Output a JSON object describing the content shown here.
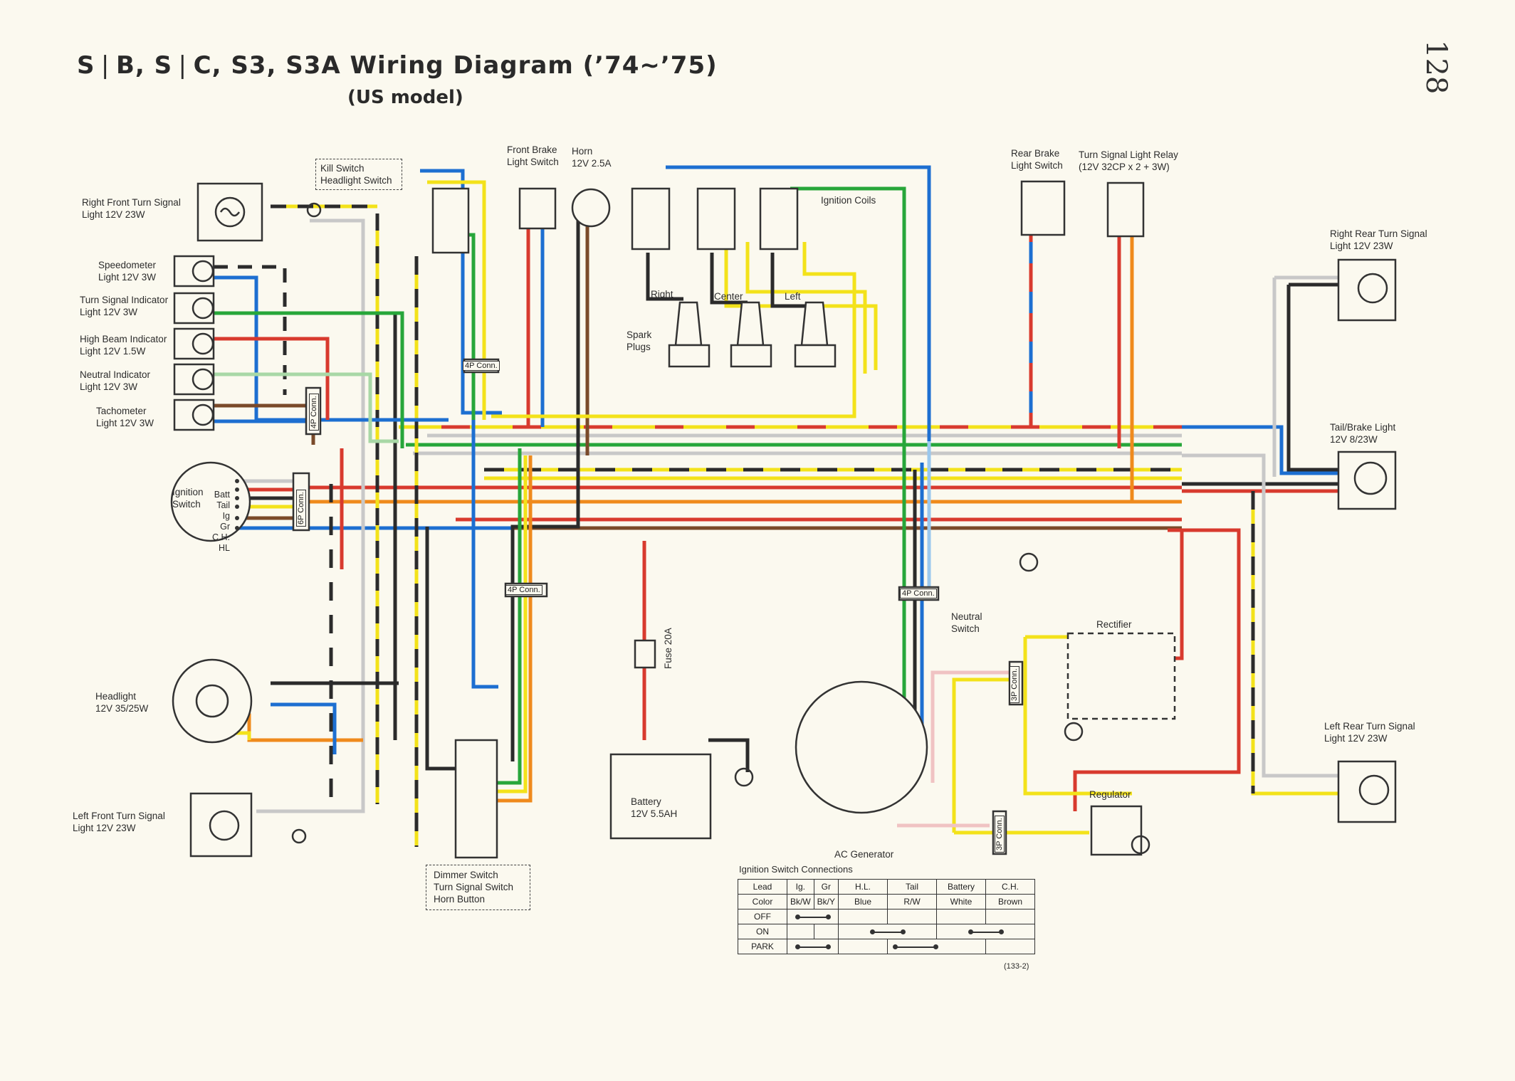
{
  "header": {
    "title": "S❘B,  S❘C,  S3,  S3A  Wiring  Diagram  (’74∼’75)",
    "subtitle": "(US model)",
    "page_number": "128"
  },
  "colors": {
    "black": "#2b2b2b",
    "yellow": "#f3e21a",
    "blue": "#1d6fd1",
    "red": "#d83a2e",
    "green": "#27a63a",
    "orange": "#ef8a1c",
    "light_green": "#a8d8a6",
    "gray": "#c8c8c8",
    "pink": "#f0c3c3",
    "brown": "#7a4a2a"
  },
  "labels": {
    "right_front_turn": [
      "Right Front Turn Signal",
      "Light 12V 23W"
    ],
    "speedometer": [
      "Speedometer",
      "Light 12V 3W"
    ],
    "turn_indicator": [
      "Turn Signal Indicator",
      "Light 12V 3W"
    ],
    "high_beam": [
      "High Beam Indicator",
      "Light 12V 1.5W"
    ],
    "neutral_ind": [
      "Neutral Indicator",
      "Light 12V 3W"
    ],
    "tachometer": [
      "Tachometer",
      "Light 12V 3W"
    ],
    "ignition_switch": [
      "Ignition",
      "Switch"
    ],
    "ign_terminals": [
      "Batt",
      "Tail",
      "Ig",
      "Gr",
      "C.H.",
      "HL"
    ],
    "headlight": [
      "Headlight",
      "12V 35/25W"
    ],
    "left_front_turn": [
      "Left Front Turn Signal",
      "Light 12V 23W"
    ],
    "kill_switch": [
      "Kill Switch",
      "Headlight Switch"
    ],
    "front_brake": [
      "Front Brake",
      "Light Switch"
    ],
    "horn": [
      "Horn",
      "12V 2.5A"
    ],
    "ignition_coils": "Ignition Coils",
    "coil_right": "Right",
    "coil_center": "Center",
    "coil_left": "Left",
    "spark_plugs": [
      "Spark",
      "Plugs"
    ],
    "rear_brake": [
      "Rear Brake",
      "Light Switch"
    ],
    "relay": [
      "Turn Signal Light Relay",
      "(12V 32CP x 2 + 3W)"
    ],
    "right_rear_turn": [
      "Right Rear Turn Signal",
      "Light 12V 23W"
    ],
    "tail_brake": [
      "Tail/Brake Light",
      "12V 8/23W"
    ],
    "left_rear_turn": [
      "Left Rear Turn Signal",
      "Light 12V 23W"
    ],
    "neutral_switch": [
      "Neutral",
      "Switch"
    ],
    "rectifier": "Rectifier",
    "regulator": "Regulator",
    "ac_generator": "AC Generator",
    "battery": [
      "Battery",
      "12V 5.5AH"
    ],
    "fuse": "Fuse 20A",
    "dimmer": [
      "Dimmer Switch",
      "Turn Signal Switch",
      "Horn Button"
    ],
    "conn_4p": "4P Conn.",
    "conn_6p": "6P Conn.",
    "conn_3p": "3P Conn.",
    "figure_ref": "(133-2)"
  },
  "ignition_table": {
    "caption": "Ignition Switch Connections",
    "header": [
      "Lead",
      "Ig.",
      "Gr",
      "H.L.",
      "Tail",
      "Battery",
      "C.H."
    ],
    "color_row": [
      "Color",
      "Bk/W",
      "Bk/Y",
      "Blue",
      "R/W",
      "White",
      "Brown"
    ],
    "rows": [
      {
        "name": "OFF",
        "conn": [
          1,
          1,
          0,
          0,
          0,
          0
        ]
      },
      {
        "name": "ON",
        "conn": [
          0,
          0,
          1,
          1,
          1,
          1
        ]
      },
      {
        "name": "PARK",
        "conn": [
          1,
          1,
          0,
          1,
          0,
          0
        ]
      }
    ]
  }
}
